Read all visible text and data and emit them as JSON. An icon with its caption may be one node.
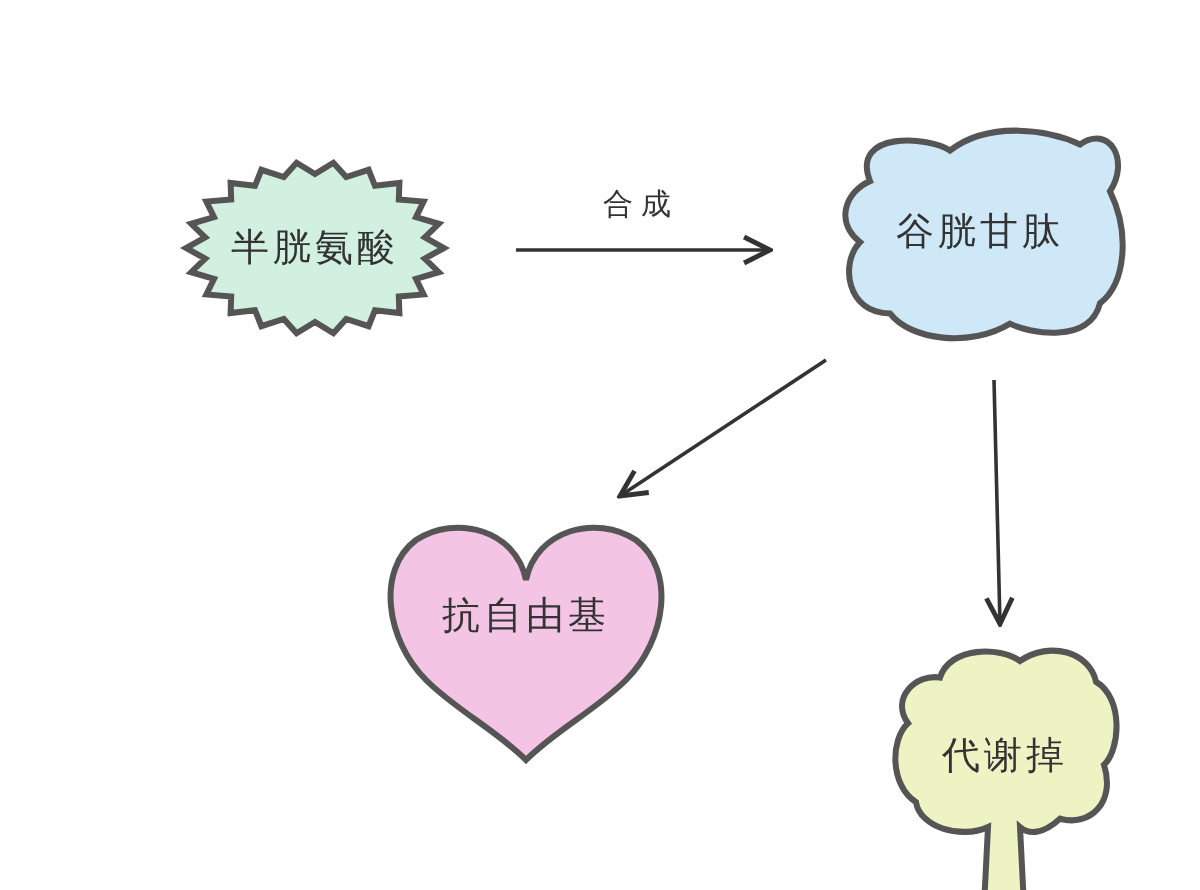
{
  "diagram": {
    "nodes": [
      {
        "text": [
          "半胱氨酸"
        ]
      },
      {
        "text": [
          "谷胱甘肽"
        ]
      },
      {
        "text": [
          "抗自由基"
        ]
      },
      {
        "text": [
          "代谢掉"
        ]
      }
    ],
    "edges": [
      {
        "from": 0,
        "to": 1,
        "arrow": "to",
        "label": "合成"
      },
      {
        "from": 1,
        "to": 2,
        "arrow": "to"
      },
      {
        "from": 1,
        "to": 3,
        "arrow": "to"
      }
    ]
  }
}
